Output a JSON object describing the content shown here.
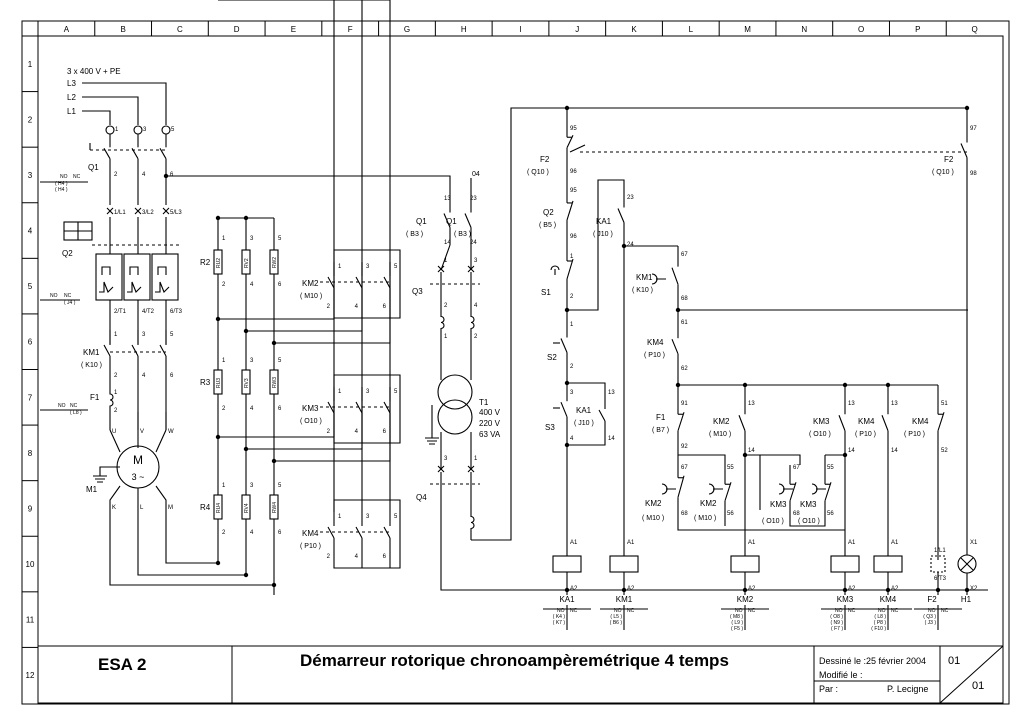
{
  "columns": [
    "A",
    "B",
    "C",
    "D",
    "E",
    "F",
    "G",
    "H",
    "I",
    "J",
    "K",
    "L",
    "M",
    "N",
    "O",
    "P",
    "Q"
  ],
  "rows": [
    "1",
    "2",
    "3",
    "4",
    "5",
    "6",
    "7",
    "8",
    "9",
    "10",
    "11",
    "12"
  ],
  "supply": {
    "spec": "3 x 400 V + PE",
    "l3": "L3",
    "l2": "L2",
    "l1": "L1"
  },
  "power_labels": {
    "q1": "Q1",
    "q2": "Q2",
    "km1": "KM1",
    "km1_ref": "( K10 )",
    "f1": "F1",
    "m1": "M1",
    "motor_m": "M",
    "motor_sym": "3 ~",
    "no": "NO",
    "nc": "NC",
    "h4a": "( H4 )",
    "h4b": "( H4 )",
    "j4": "( J4 )",
    "l8": "( L8 )",
    "t1l1": "1/L1",
    "t3l2": "3/L2",
    "t5l3": "5/L3",
    "t2t1": "2/T1",
    "t4t2": "4/T2",
    "t6t3": "6/T3",
    "u": "U",
    "v": "V",
    "w": "W",
    "k": "K",
    "l": "L",
    "m": "M"
  },
  "resistors": {
    "r2": "R2",
    "r3": "R3",
    "r4": "R4",
    "r2a": "RU2",
    "r2b": "RV2",
    "r2c": "RW2",
    "r3a": "RU3",
    "r3b": "RV3",
    "r3c": "RW3",
    "r4a": "RU4",
    "r4b": "RV4",
    "r4c": "RW4"
  },
  "rotor_contactors": {
    "km2": "KM2",
    "km2_ref": "( M10 )",
    "km3": "KM3",
    "km3_ref": "( O10 )",
    "km4": "KM4",
    "km4_ref": "( P10 )"
  },
  "transformer": {
    "q1": "Q1",
    "q1_ref": "( B3 )",
    "q1b": "Q1",
    "q1b_ref": "( B3 )",
    "q3": "Q3",
    "q4": "Q4",
    "t1": "T1",
    "v1": "400 V",
    "v2": "220 V",
    "va": "63 VA",
    "node": "04"
  },
  "control": {
    "f2": "F2",
    "f2_ref": "( Q10 )",
    "f2b": "F2",
    "f2b_ref": "( Q10 )",
    "q2": "Q2",
    "q2_ref": "( B5 )",
    "s1": "S1",
    "s2": "S2",
    "s3": "S3",
    "ka1": "KA1",
    "ka1_ref": "( J10 )",
    "ka1b": "KA1",
    "ka1b_ref": "( J10 )",
    "km1": "KM1",
    "km1_ref": "( K10 )",
    "km4": "KM4",
    "km4_ref": "( P10 )",
    "f1": "F1",
    "f1_ref": "( B7 )",
    "km2a": "KM2",
    "km2a_ref": "( M10 )",
    "km3a": "KM3",
    "km3a_ref": "( O10 )",
    "km4a": "KM4",
    "km4a_ref": "( P10 )",
    "km4b": "KM4",
    "km4b_ref": "( P10 )",
    "km2b": "KM2",
    "km2b_ref": "( M10 )",
    "km2c": "KM2",
    "km2c_ref": "( M10 )",
    "km3b": "KM3",
    "km3b_ref": "( O10 )",
    "km3c": "KM3",
    "km3c_ref": "( O10 )"
  },
  "coils": {
    "ka1": "KA1",
    "km1": "KM1",
    "km2": "KM2",
    "km3": "KM3",
    "km4": "KM4",
    "f2": "F2",
    "h1": "H1"
  },
  "refs": {
    "ka1": [
      "( K4 )",
      "( K7 )"
    ],
    "km1": [
      "( L5 )",
      "( B6 )"
    ],
    "km2": [
      "( M8 )",
      "( L9 )",
      "( F5 )"
    ],
    "km3": [
      "( O8 )",
      "( N9 )",
      "( F7 )"
    ],
    "km4": [
      "( L8 )",
      "( P8 )",
      "( F10 )"
    ],
    "f2": [
      "( Q3 )",
      "( J3 )"
    ]
  },
  "title_block": {
    "code": "ESA 2",
    "title": "Démarreur rotorique chronoampèremétrique 4 temps",
    "drawn": "Dessiné le :25 février 2004",
    "modified": "Modifié le :",
    "by_label": "Par :",
    "author": "P. Lecigne",
    "sheet": "01",
    "total": "01"
  }
}
